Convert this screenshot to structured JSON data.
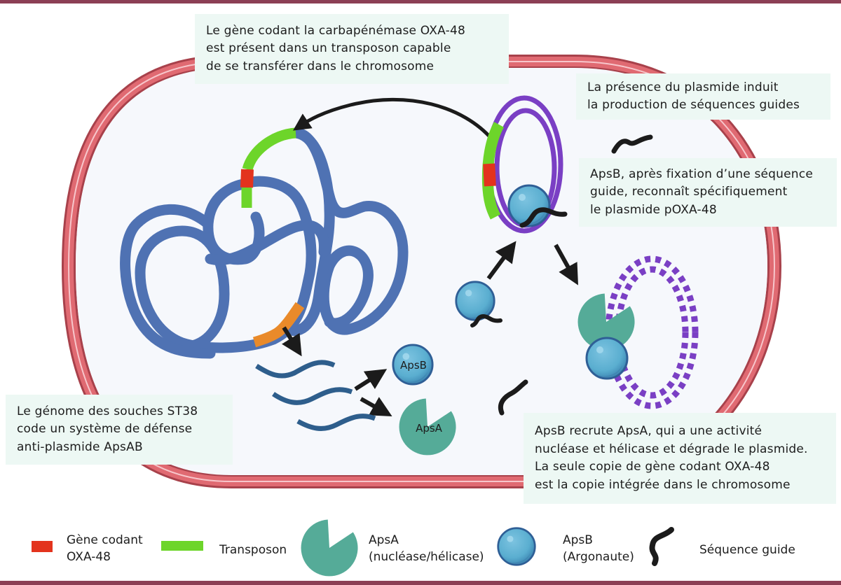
{
  "callouts": {
    "transposon": {
      "lines": [
        "Le gène codant la carbapénémase OXA-48",
        "est présent dans un transposon capable",
        "de se transférer dans le chromosome"
      ]
    },
    "guide_production": {
      "lines": [
        "La présence du plasmide induit",
        "la production de séquences guides"
      ]
    },
    "apsb_recognition": {
      "lines": [
        "ApsB, après fixation d’une séquence",
        "guide, reconnaît spécifiquement",
        "le plasmide pOXA-48"
      ]
    },
    "genome_defense": {
      "lines": [
        "Le génome des souches ST38",
        "code un système de défense",
        "anti-plasmide ApsAB"
      ]
    },
    "degradation": {
      "lines": [
        "ApsB recrute ApsA, qui a une activité",
        "nucléase et hélicase et dégrade le plasmide.",
        "La seule copie de gène codant OXA-48",
        "est la copie intégrée dans le chromosome"
      ]
    }
  },
  "protein_labels": {
    "apsb": "ApsB",
    "apsa": "ApsA"
  },
  "legend": [
    {
      "key": "gene",
      "icon": "red-bar-icon",
      "lines": [
        "Gène codant",
        "OXA-48"
      ]
    },
    {
      "key": "transposon",
      "icon": "green-bar-icon",
      "lines": [
        "Transposon"
      ]
    },
    {
      "key": "apsa",
      "icon": "apsa-pacman-icon",
      "lines": [
        "ApsA",
        "(nucléase/hélicase)"
      ]
    },
    {
      "key": "apsb",
      "icon": "apsb-sphere-icon",
      "lines": [
        "ApsB",
        "(Argonaute)"
      ]
    },
    {
      "key": "guide",
      "icon": "guide-sequence-icon",
      "lines": [
        "Séquence guide"
      ]
    }
  ],
  "colors": {
    "frame": "#8c3f55",
    "membrane_outer": "#a8414b",
    "membrane_mid": "#e06a72",
    "membrane_light": "#f7c6cb",
    "cytoplasm": "#f6f8fc",
    "chromosome": "#4f72b3",
    "gene_oxa48": "#e3331d",
    "transposon": "#6dd52a",
    "apsAB_locus": "#e98a2a",
    "plasmid": "#7a3fc4",
    "apsa": "#55ab98",
    "apsb": "#5aaed0",
    "apsb_dark": "#2f5f96",
    "mrna": "#2e5e8c",
    "guide": "#1b1b1b",
    "callout_bg": "#edf8f4"
  }
}
